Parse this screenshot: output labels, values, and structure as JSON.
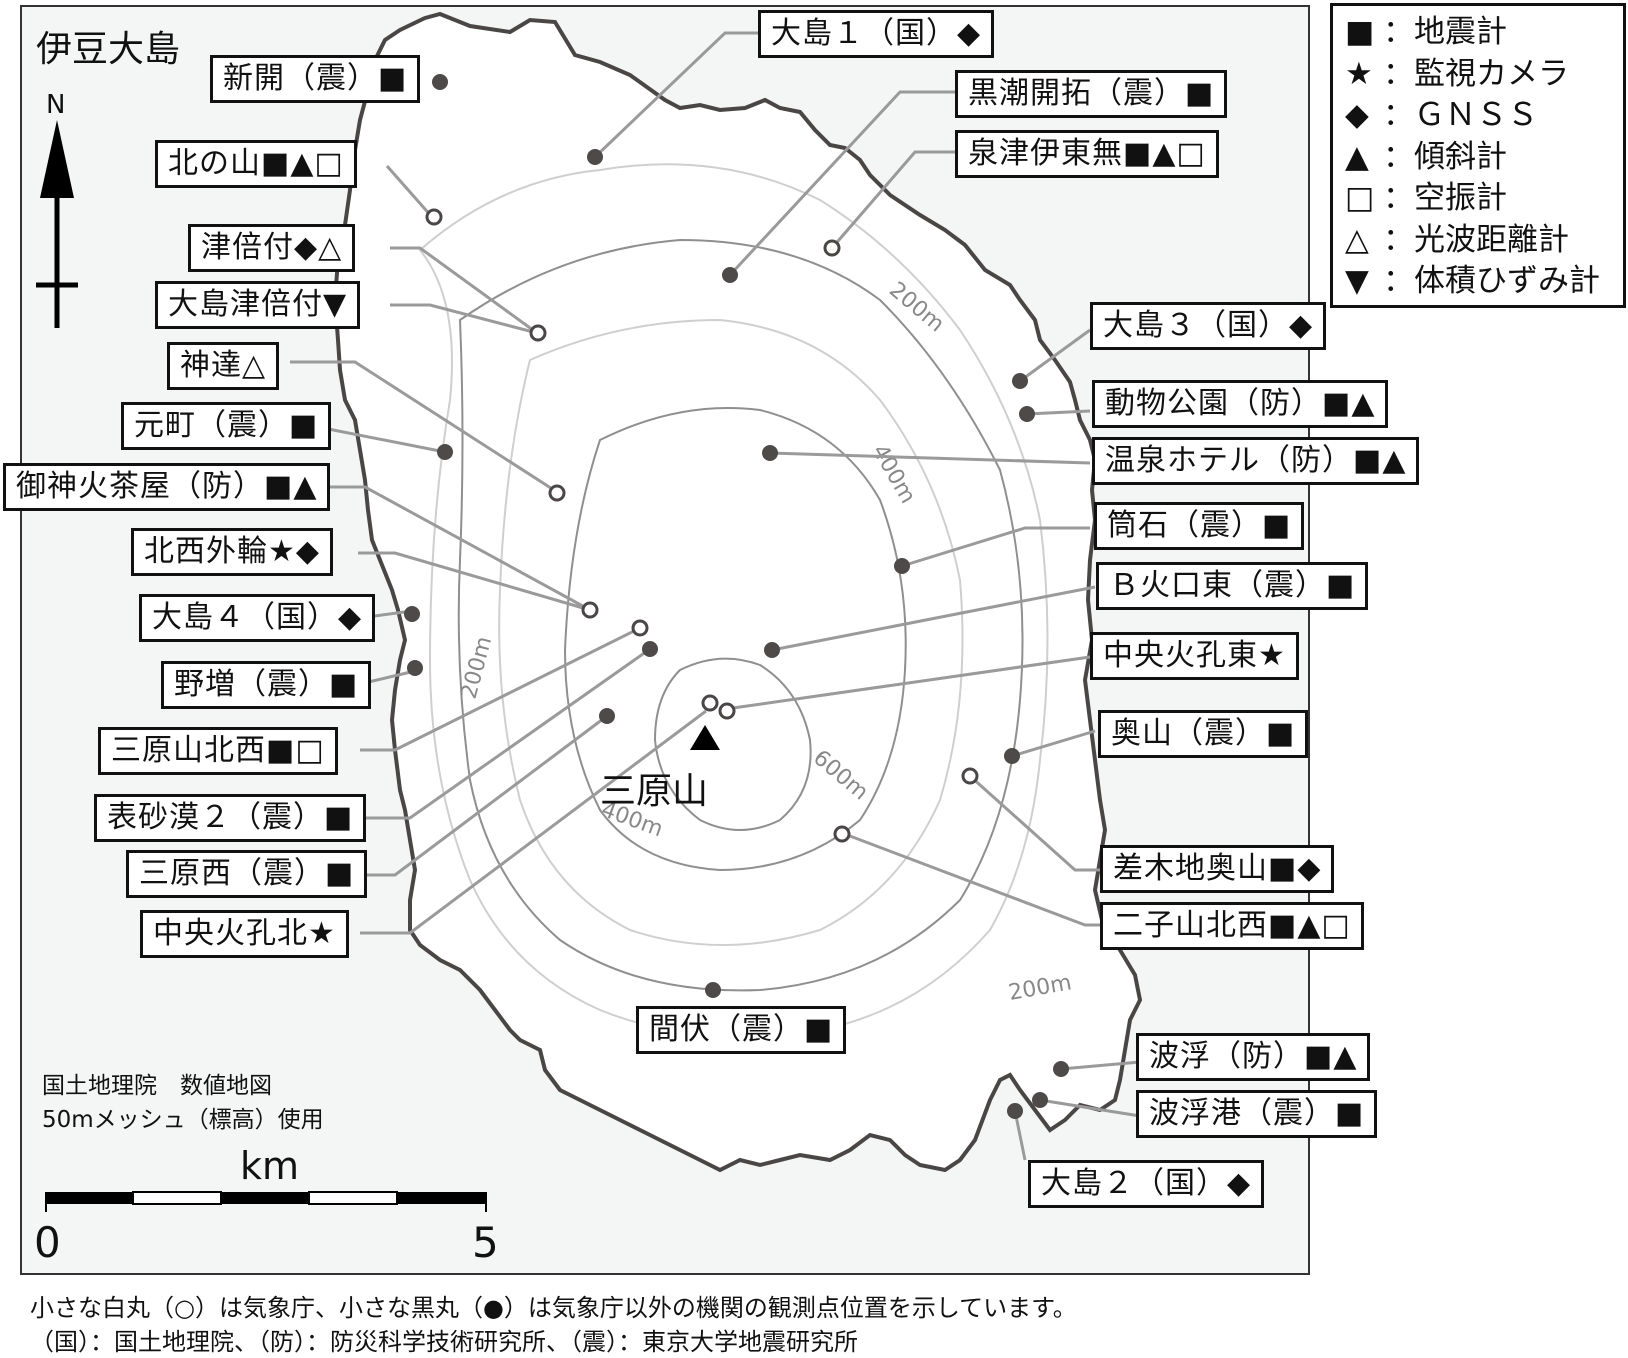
{
  "map": {
    "title": "伊豆大島",
    "north_label": "N",
    "peak_name": "三原山",
    "contours": [
      "200m",
      "400m",
      "600m"
    ],
    "credit_line1": "国土地理院　数値地図",
    "credit_line2": "50mメッシュ（標高）使用",
    "scale": {
      "unit": "km",
      "start": "0",
      "end": "5"
    }
  },
  "legend": [
    {
      "symbol": "■",
      "label": "地震計"
    },
    {
      "symbol": "★",
      "label": "監視カメラ"
    },
    {
      "symbol": "◆",
      "label": "ＧＮＳＳ"
    },
    {
      "symbol": "▲",
      "label": "傾斜計"
    },
    {
      "symbol": "□",
      "label": "空振計"
    },
    {
      "symbol": "△",
      "label": "光波距離計"
    },
    {
      "symbol": "▼",
      "label": "体積ひずみ計"
    }
  ],
  "stations_left": [
    {
      "name": "新開（震）■"
    },
    {
      "name": "北の山■▲□"
    },
    {
      "name": "津倍付◆△"
    },
    {
      "name": "大島津倍付▼"
    },
    {
      "name": "神達△"
    },
    {
      "name": "元町（震）■"
    },
    {
      "name": "御神火茶屋（防）■▲"
    },
    {
      "name": "北西外輪★◆"
    },
    {
      "name": "大島４（国）◆"
    },
    {
      "name": "野増（震）■"
    },
    {
      "name": "三原山北西■□"
    },
    {
      "name": "表砂漠２（震）■"
    },
    {
      "name": "三原西（震）■"
    },
    {
      "name": "中央火孔北★"
    }
  ],
  "stations_right": [
    {
      "name": "大島１（国）◆"
    },
    {
      "name": "黒潮開拓（震）■"
    },
    {
      "name": "泉津伊東無■▲□"
    },
    {
      "name": "大島３（国）◆"
    },
    {
      "name": "動物公園（防）■▲"
    },
    {
      "name": "温泉ホテル（防）■▲"
    },
    {
      "name": "筒石（震）■"
    },
    {
      "name": "Ｂ火口東（震）■"
    },
    {
      "name": "中央火孔東★"
    },
    {
      "name": "奥山（震）■"
    },
    {
      "name": "差木地奥山■◆"
    },
    {
      "name": "二子山北西■▲□"
    }
  ],
  "stations_bottom": [
    {
      "name": "間伏（震）■"
    },
    {
      "name": "波浮（防）■▲"
    },
    {
      "name": "波浮港（震）■"
    },
    {
      "name": "大島２（国）◆"
    }
  ],
  "footnote": {
    "line1": "小さな白丸（○）は気象庁、小さな黒丸（●）は気象庁以外の機関の観測点位置を示しています。",
    "line2": "（国）：国土地理院、（防）：防災科学技術研究所、（震）：東京大学地震研究所"
  },
  "colors": {
    "sea": "#f4f6f5",
    "land": "#ffffff",
    "coast": "#4a4646",
    "contour_dark": "#8f8f8f",
    "contour_light": "#cfcfcf",
    "leader": "#9a9a9a",
    "dot": "#4f4a4a"
  }
}
